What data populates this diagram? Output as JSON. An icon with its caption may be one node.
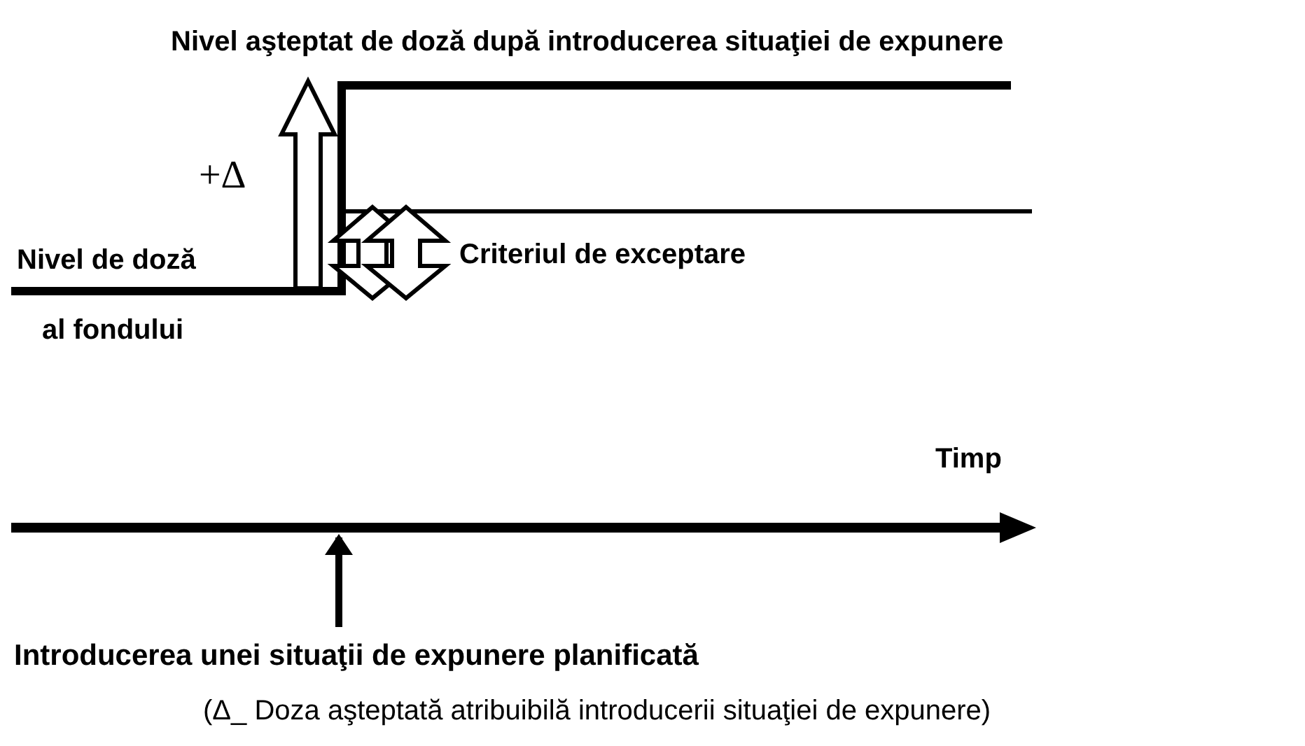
{
  "diagram": {
    "nodes": [
      {
        "text": [
          "Introducerea unei situaţii de expunere planificată"
        ]
      },
      {
        "text": [],
        "shape": "bar"
      }
    ],
    "edges": [
      {
        "from": 0,
        "to": 1,
        "arrow": "to"
      }
    ],
    "labels": [
      "Nivel aşteptat de doză după introducerea situaţiei de expunere",
      "+Δ",
      "Nivel de doză",
      "Criteriul de exceptare",
      "al fondului",
      "Timp"
    ],
    "caption": "(Δ_ Doza aşteptată atribuibilă introducerii situaţiei de expunere)"
  }
}
